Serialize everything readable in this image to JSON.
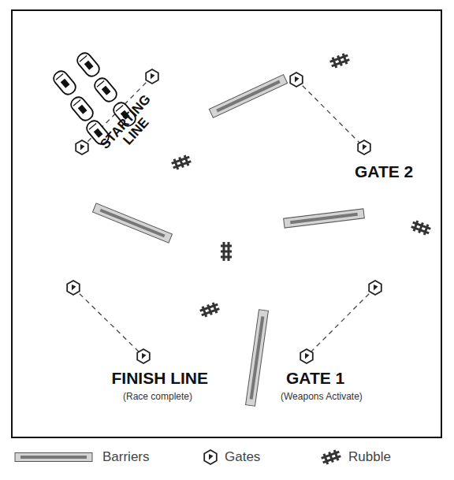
{
  "diagram": {
    "labels": [
      "STARTING LINE",
      "GATE 2",
      "FINISH LINE",
      "(Race complete)",
      "GATE 1",
      "(Weapons Activate)"
    ],
    "legend": [
      {
        "text": "Barriers"
      },
      {
        "text": "Gates"
      },
      {
        "text": "Rubble"
      }
    ]
  }
}
